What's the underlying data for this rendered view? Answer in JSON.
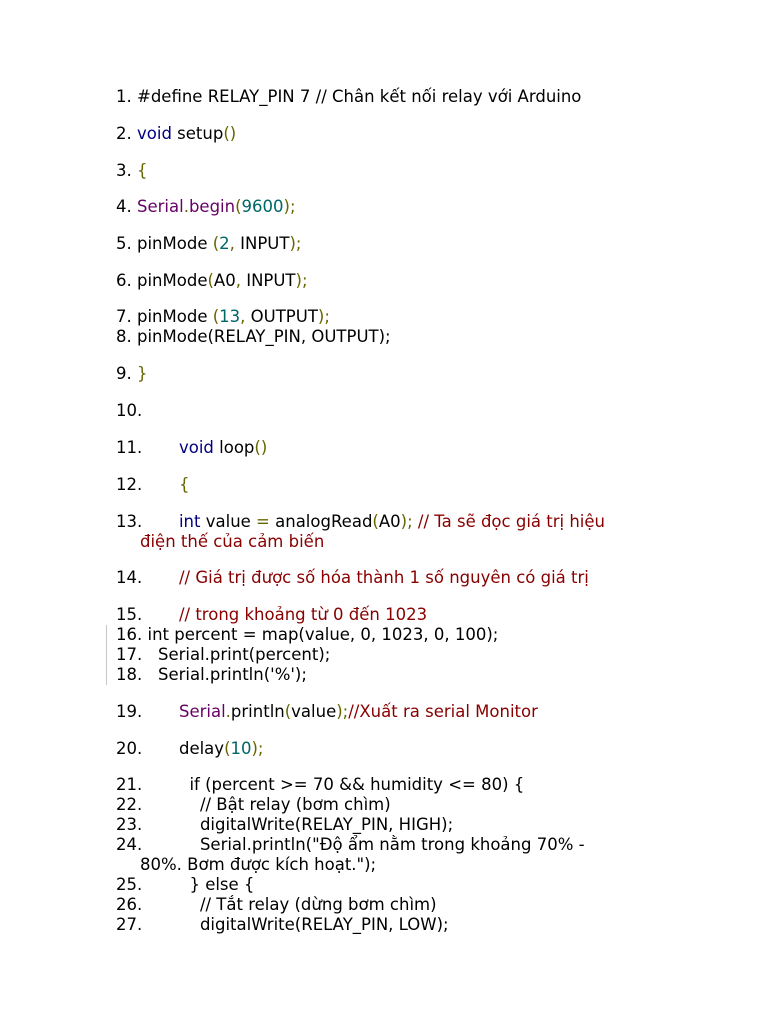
{
  "lines": [
    {
      "n": "1.",
      "segs": [
        {
          "t": " #define RELAY_PIN 7 // Chân kết nối relay với Arduino",
          "c": ""
        }
      ]
    },
    {
      "n": "2.",
      "segs": [
        {
          "t": " ",
          "c": ""
        },
        {
          "t": "void",
          "c": "kw"
        },
        {
          "t": " setup",
          "c": ""
        },
        {
          "t": "()",
          "c": "br"
        }
      ]
    },
    {
      "n": "3.",
      "segs": [
        {
          "t": " ",
          "c": ""
        },
        {
          "t": "{",
          "c": "br"
        }
      ]
    },
    {
      "n": "4.",
      "segs": [
        {
          "t": " ",
          "c": ""
        },
        {
          "t": "Serial",
          "c": "pu"
        },
        {
          "t": ".",
          "c": "br"
        },
        {
          "t": "begin",
          "c": "pu"
        },
        {
          "t": "(",
          "c": "br"
        },
        {
          "t": "9600",
          "c": "nm"
        },
        {
          "t": ");",
          "c": "br"
        }
      ]
    },
    {
      "n": "5.",
      "segs": [
        {
          "t": " pinMode ",
          "c": ""
        },
        {
          "t": "(",
          "c": "br"
        },
        {
          "t": "2",
          "c": "nm"
        },
        {
          "t": ",",
          "c": "br"
        },
        {
          "t": " INPUT",
          "c": ""
        },
        {
          "t": ");",
          "c": "br"
        }
      ]
    },
    {
      "n": "6.",
      "segs": [
        {
          "t": " pinMode",
          "c": ""
        },
        {
          "t": "(",
          "c": "br"
        },
        {
          "t": "A0",
          "c": ""
        },
        {
          "t": ",",
          "c": "br"
        },
        {
          "t": " INPUT",
          "c": ""
        },
        {
          "t": ");",
          "c": "br"
        }
      ]
    },
    {
      "n": "7.",
      "segs": [
        {
          "t": " pinMode ",
          "c": ""
        },
        {
          "t": "(",
          "c": "br"
        },
        {
          "t": "13",
          "c": "nm"
        },
        {
          "t": ",",
          "c": "br"
        },
        {
          "t": " OUTPUT",
          "c": ""
        },
        {
          "t": ");",
          "c": "br"
        }
      ]
    },
    {
      "n": "8.",
      "segs": [
        {
          "t": " pinMode(RELAY_PIN, OUTPUT);",
          "c": ""
        }
      ]
    },
    {
      "n": "9.",
      "segs": [
        {
          "t": " ",
          "c": ""
        },
        {
          "t": "}",
          "c": "br"
        }
      ]
    },
    {
      "n": "10.",
      "segs": []
    },
    {
      "n": "11.",
      "segs": [
        {
          "t": "       ",
          "c": ""
        },
        {
          "t": "void",
          "c": "kw"
        },
        {
          "t": " loop",
          "c": ""
        },
        {
          "t": "()",
          "c": "br"
        }
      ]
    },
    {
      "n": "12.",
      "segs": [
        {
          "t": "       ",
          "c": ""
        },
        {
          "t": "{",
          "c": "br"
        }
      ]
    },
    {
      "n": "13.",
      "segs": [
        {
          "t": "       ",
          "c": ""
        },
        {
          "t": "int",
          "c": "kw"
        },
        {
          "t": " value ",
          "c": ""
        },
        {
          "t": "=",
          "c": "br"
        },
        {
          "t": " analogRead",
          "c": ""
        },
        {
          "t": "(",
          "c": "br"
        },
        {
          "t": "A0",
          "c": ""
        },
        {
          "t": ");",
          "c": "br"
        },
        {
          "t": " // Ta sẽ đọc giá trị hiệu",
          "c": "cm"
        }
      ],
      "cont": [
        {
          "t": "điện thế của cảm biến",
          "c": "cm"
        }
      ]
    },
    {
      "n": "14.",
      "segs": [
        {
          "t": "       ",
          "c": ""
        },
        {
          "t": "// Giá trị được số hóa thành 1 số nguyên có giá trị",
          "c": "cm"
        }
      ]
    },
    {
      "n": "15.",
      "segs": [
        {
          "t": "       ",
          "c": ""
        },
        {
          "t": "// trong khoảng từ 0 đến 1023",
          "c": "cm"
        }
      ]
    },
    {
      "n": "16.",
      "segs": [
        {
          "t": " int percent = map(value, 0, 1023, 0, 100);",
          "c": ""
        }
      ]
    },
    {
      "n": "17.",
      "segs": [
        {
          "t": "   Serial.print(percent);",
          "c": ""
        }
      ]
    },
    {
      "n": "18.",
      "segs": [
        {
          "t": "   Serial.println('%');",
          "c": ""
        }
      ]
    },
    {
      "n": "19.",
      "segs": [
        {
          "t": "       ",
          "c": ""
        },
        {
          "t": "Serial",
          "c": "pu"
        },
        {
          "t": ".",
          "c": "br"
        },
        {
          "t": "println",
          "c": ""
        },
        {
          "t": "(",
          "c": "br"
        },
        {
          "t": "value",
          "c": ""
        },
        {
          "t": ");",
          "c": "br"
        },
        {
          "t": "//Xuất ra serial Monitor",
          "c": "cm"
        }
      ]
    },
    {
      "n": "20.",
      "segs": [
        {
          "t": "       ",
          "c": ""
        },
        {
          "t": "delay",
          "c": ""
        },
        {
          "t": "(",
          "c": "br"
        },
        {
          "t": "10",
          "c": "nm"
        },
        {
          "t": ");",
          "c": "br"
        }
      ]
    },
    {
      "n": "21.",
      "segs": [
        {
          "t": "         if (percent >= 70 && humidity <= 80) {",
          "c": ""
        }
      ]
    },
    {
      "n": "22.",
      "segs": [
        {
          "t": "           // Bật relay (bơm chìm)",
          "c": ""
        }
      ]
    },
    {
      "n": "23.",
      "segs": [
        {
          "t": "           digitalWrite(RELAY_PIN, HIGH);",
          "c": ""
        }
      ]
    },
    {
      "n": "24.",
      "segs": [
        {
          "t": "           Serial.println(\"Độ ẩm nằm trong khoảng 70% -",
          "c": ""
        }
      ],
      "cont": [
        {
          "t": "80%. Bơm được kích hoạt.\");",
          "c": ""
        }
      ]
    },
    {
      "n": "25.",
      "segs": [
        {
          "t": "         } else {",
          "c": ""
        }
      ]
    },
    {
      "n": "26.",
      "segs": [
        {
          "t": "           // Tắt relay (dừng bơm chìm)",
          "c": ""
        }
      ]
    },
    {
      "n": "27.",
      "segs": [
        {
          "t": "           digitalWrite(RELAY_PIN, LOW);",
          "c": ""
        }
      ]
    }
  ]
}
